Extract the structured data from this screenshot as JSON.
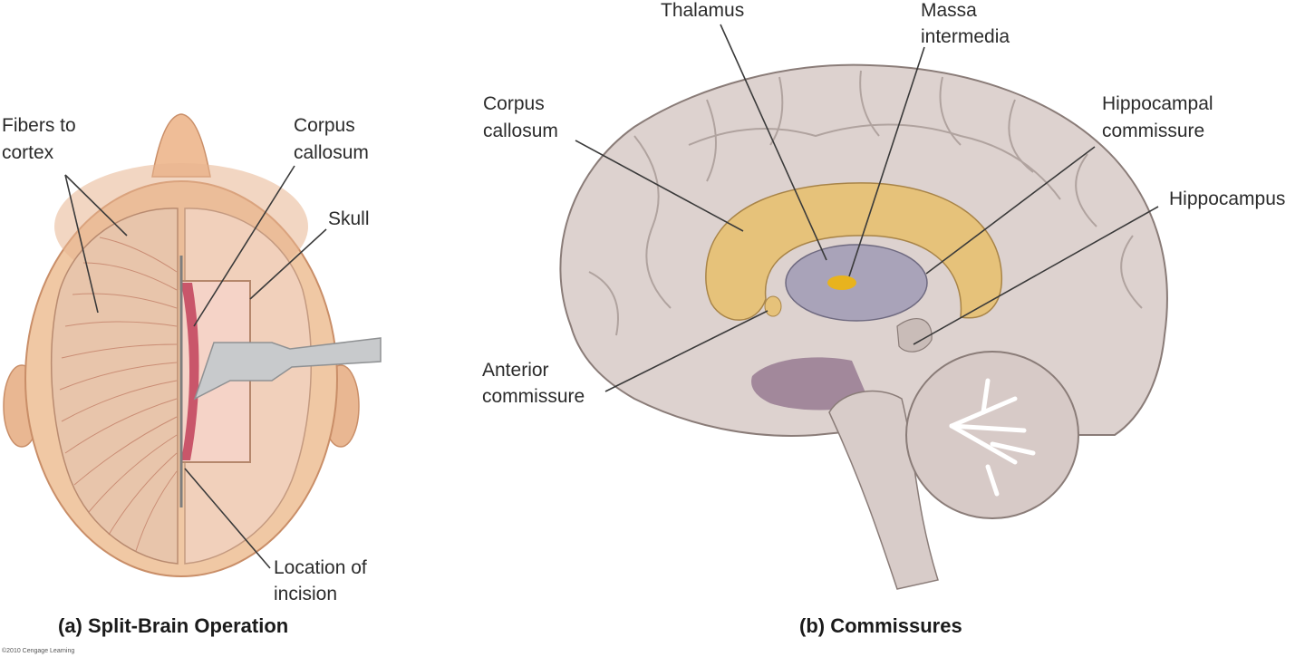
{
  "panel_a": {
    "labels": {
      "fibers_to_cortex": [
        "Fibers to",
        "cortex"
      ],
      "corpus_callosum": [
        "Corpus",
        "callosum"
      ],
      "skull": "Skull",
      "location_of_incision": [
        "Location of",
        "incision"
      ]
    },
    "caption": "(a) Split-Brain Operation"
  },
  "panel_b": {
    "labels": {
      "thalamus": "Thalamus",
      "massa_intermedia": [
        "Massa",
        "intermedia"
      ],
      "corpus_callosum": [
        "Corpus",
        "callosum"
      ],
      "hippocampal_commissure": [
        "Hippocampal",
        "commissure"
      ],
      "hippocampus": "Hippocampus",
      "anterior_commissure": [
        "Anterior",
        "commissure"
      ]
    },
    "caption": "(b) Commissures"
  },
  "copyright": "©2010 Cengage Learning",
  "colors": {
    "skin": "#f0c8a4",
    "skin_dark": "#dca27c",
    "brain_tissue": "#ddd2cf",
    "brain_shadow": "#c9bcb8",
    "corpus_callosum_fill": "#e6c27a",
    "thalamus_fill": "#a9a3b9",
    "massa_intermedia_fill": "#e8b31e",
    "midbrain_purple": "#8e6f8a",
    "cerebellum_white": "#f4f1ef",
    "retractor_metal": "#c8cacc",
    "incision_red": "#c9566a"
  }
}
